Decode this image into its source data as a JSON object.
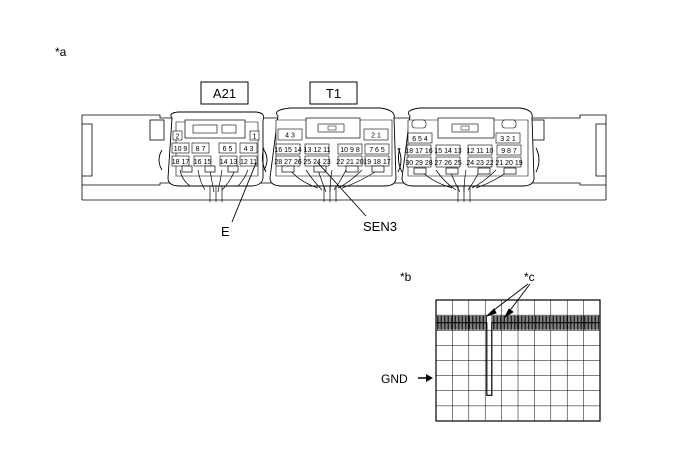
{
  "figure_a": {
    "marker": "*a",
    "connectors": [
      {
        "label": "A21"
      },
      {
        "label": "T1"
      }
    ],
    "terminal_callouts": [
      {
        "label": "E"
      },
      {
        "label": "SEN3"
      }
    ],
    "pins": {
      "c1_top_left": "2",
      "c1_top_right": "1",
      "c1_row2_a": "10 9",
      "c1_row2_b": "8 7",
      "c1_row2_c": "6 5",
      "c1_row2_d": "4 3",
      "c1_row3_a": "18 17",
      "c1_row3_b": "16 15",
      "c1_row3_c": "14 13",
      "c1_row3_d": "12 11",
      "c2_top_left": "4 3",
      "c2_top_right": "2 1",
      "c2_row2_a": "16 15 14",
      "c2_row2_b": "13 12 11",
      "c2_row2_c": "10 9 8",
      "c2_row2_d": "7 6 5",
      "c2_row3_a": "28 27 26",
      "c2_row3_b": "25 24 23",
      "c2_row3_c": "22 21 20",
      "c2_row3_d": "19 18 17",
      "c3_top_left": "6 5 4",
      "c3_top_right": "3 2 1",
      "c3_row2_a": "18 17 16",
      "c3_row2_b": "15 14 13",
      "c3_row2_c": "12 11 10",
      "c3_row2_d": "9 8 7",
      "c3_row3_a": "30 29 28",
      "c3_row3_b": "27 26 25",
      "c3_row3_c": "24 23 22",
      "c3_row3_d": "21 20 19"
    }
  },
  "figure_b": {
    "marker": "*b",
    "callout": "*c",
    "ground_label": "GND",
    "chart_data": {
      "type": "line",
      "title": "",
      "xlabel": "",
      "ylabel": "",
      "grid": true,
      "grid_divisions": {
        "x": 10,
        "y": 8
      },
      "series": [
        {
          "description_points_div": [
            [
              0,
              1.0
            ],
            [
              3.1,
              1.0
            ],
            [
              3.1,
              5.8
            ],
            [
              3.4,
              5.8
            ],
            [
              3.4,
              1.0
            ],
            [
              10,
              1.0
            ]
          ]
        }
      ]
    }
  }
}
